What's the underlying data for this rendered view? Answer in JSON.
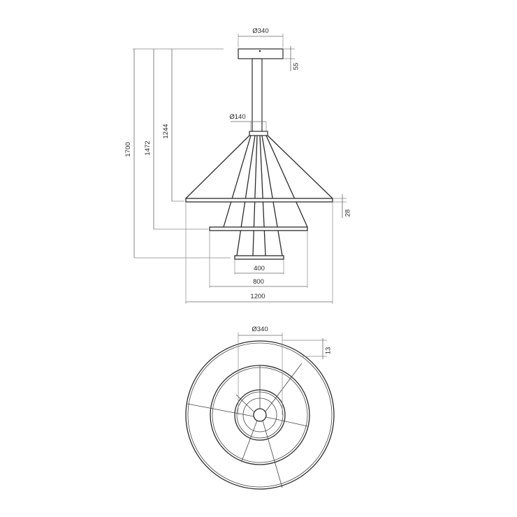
{
  "side_view": {
    "dimensions": {
      "canopy_diameter": "Ø340",
      "canopy_height": "55",
      "connector_diameter": "Ø140",
      "height_total": "1700",
      "height_middle": "1472",
      "height_top_ring": "1244",
      "ring_thickness": "28",
      "ring_small": "400",
      "ring_medium": "800",
      "ring_large": "1200"
    }
  },
  "top_view": {
    "dimensions": {
      "canopy_diameter": "Ø340",
      "offset": "13"
    }
  }
}
